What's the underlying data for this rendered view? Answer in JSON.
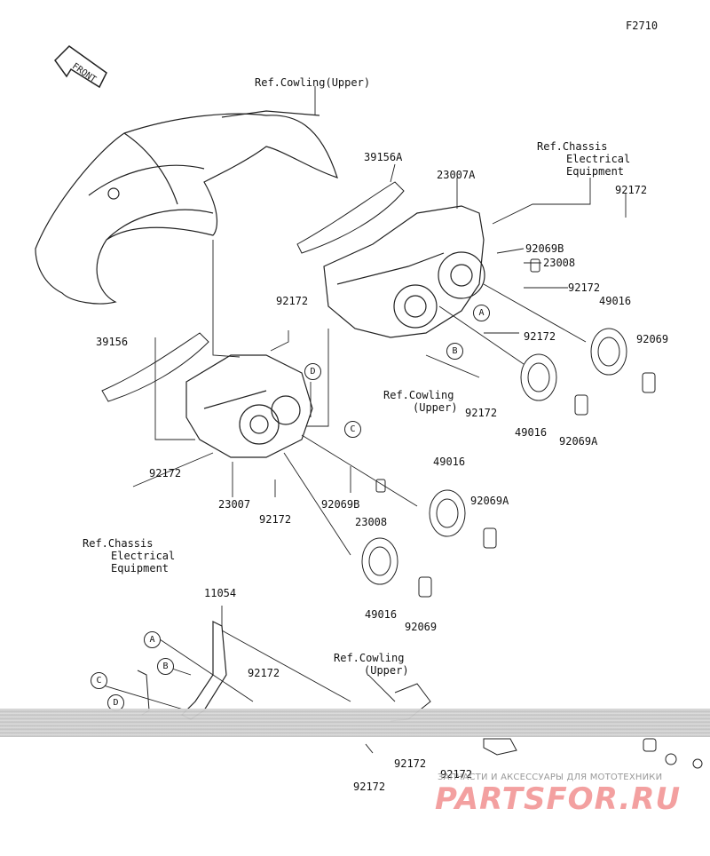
{
  "figure_id": "F2710",
  "front_label": "FRONT",
  "ref_labels": {
    "cowling_top": "Ref.Cowling(Upper)",
    "chassis_right": [
      "Ref.Chassis",
      "Electrical",
      "Equipment"
    ],
    "cowling_mid": [
      "Ref.Cowling",
      "(Upper)"
    ],
    "chassis_left": [
      "Ref.Chassis",
      "Electrical",
      "Equipment"
    ],
    "cowling_bottom": [
      "Ref.Cowling",
      "(Upper)"
    ]
  },
  "part_numbers": {
    "p39156A": "39156A",
    "p23007A": "23007A",
    "p92172_r1": "92172",
    "p92069B_r": "92069B",
    "p23008_r": "23008",
    "p92172_r2": "92172",
    "p49016_r1": "49016",
    "p92069_r": "92069",
    "p92172_r3": "92172",
    "p92172_c": "92172",
    "p39156": "39156",
    "p92172_m": "92172",
    "p49016_r2": "49016",
    "p92069A_r": "92069A",
    "p92172_l": "92172",
    "p23007": "23007",
    "p92172_l2": "92172",
    "p92069B_l": "92069B",
    "p23008_l": "23008",
    "p49016_l1": "49016",
    "p92069A_l": "92069A",
    "p49016_l2": "49016",
    "p92069_l": "92069",
    "p11054": "11054",
    "p92172_b1": "92172",
    "p92172_b2": "92172",
    "p92172_b3": "92172",
    "p92172_b4": "92172"
  },
  "callouts": [
    "A",
    "B",
    "C",
    "D",
    "A",
    "B",
    "C",
    "D"
  ],
  "watermark": {
    "subtitle": "ЗАПЧАСТИ И АКСЕССУАРЫ ДЛЯ МОТОТЕХНИКИ",
    "brand": "PARTSFOR.RU"
  }
}
